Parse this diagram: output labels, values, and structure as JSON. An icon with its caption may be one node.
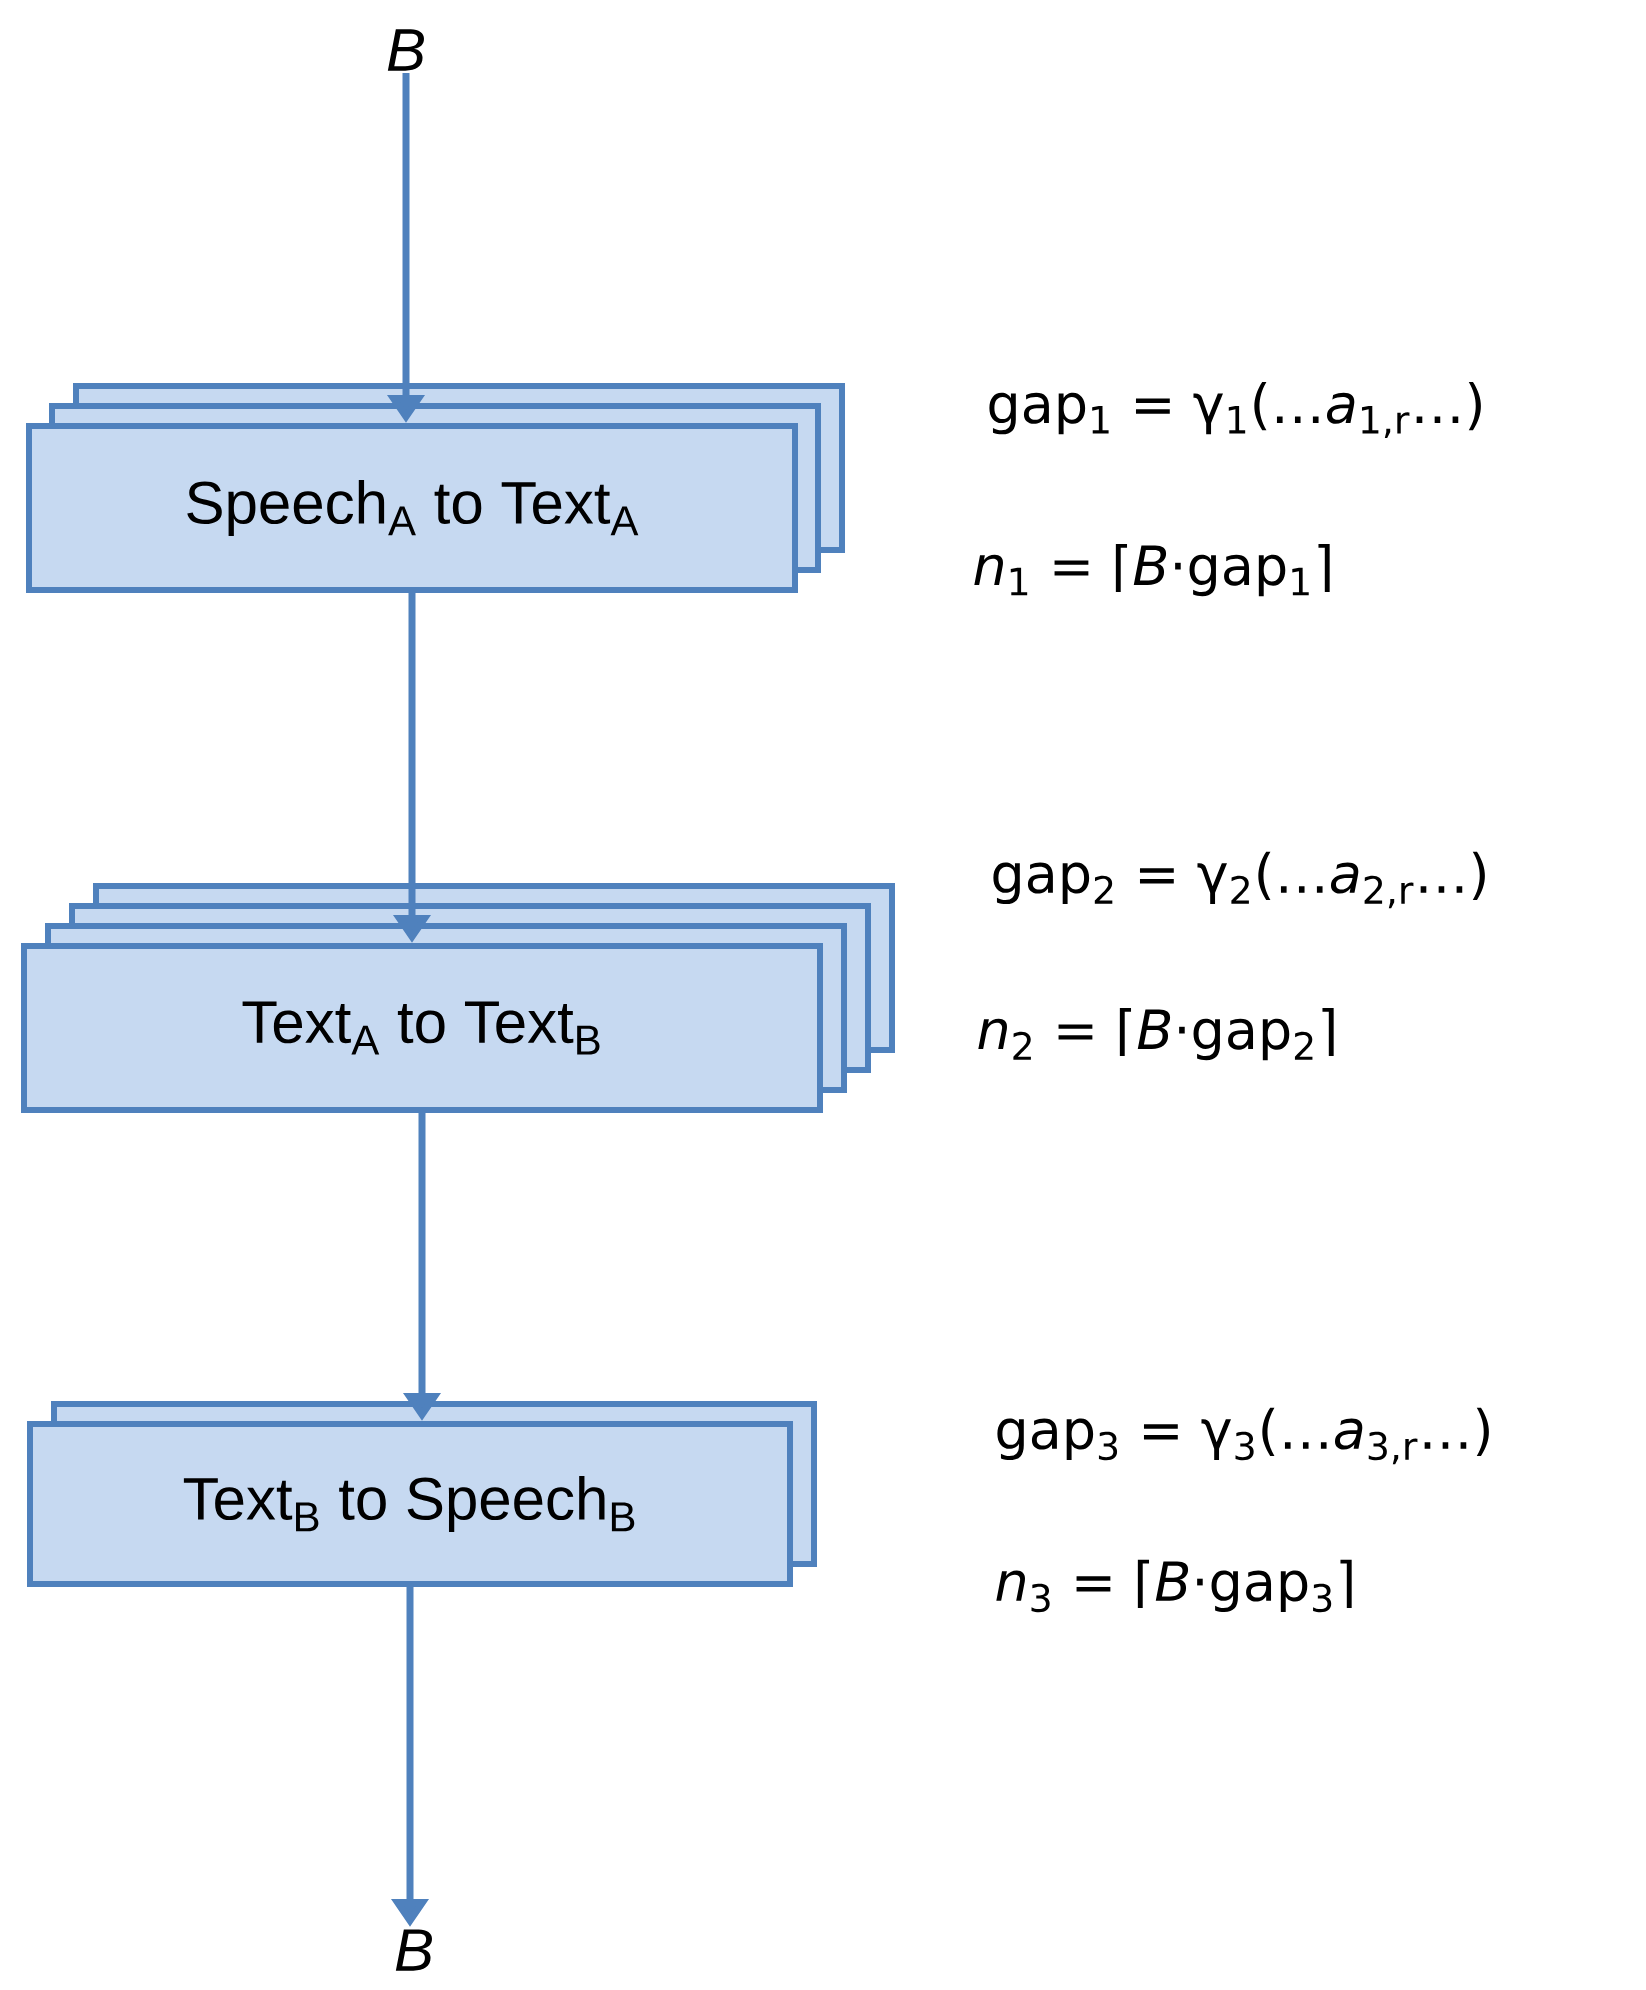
{
  "diagram": {
    "nodes": [
      {
        "text": [
          "B"
        ]
      },
      {
        "text": [
          "Speech$_{A}$ to Text$_{A}$"
        ],
        "beside": [
          "gap$_{1}$ = γ$_{1}$(…*a*$_{1,r}$…)",
          "*n*$_{1}$ = ⌈*B*·gap$_{1}$⌉"
        ]
      },
      {
        "text": [
          "Text$_{A}$ to Text$_{B}$"
        ],
        "beside": [
          "gap$_{2}$ = γ$_{2}$(…*a*$_{2,r}$…)",
          "*n*$_{2}$ = ⌈*B*·gap$_{2}$⌉"
        ]
      },
      {
        "text": [
          "Text$_{B}$ to Speech$_{B}$"
        ],
        "beside": [
          "gap$_{3}$ = γ$_{3}$(…*a*$_{3,r}$…)",
          "*n*$_{3}$ = ⌈*B*·gap$_{3}$⌉"
        ]
      },
      {
        "text": [
          "B"
        ]
      }
    ],
    "edges": [
      {
        "from": 0,
        "to": 1,
        "arrow": "to"
      },
      {
        "from": 1,
        "to": 2,
        "arrow": "to"
      },
      {
        "from": 2,
        "to": 3,
        "arrow": "to"
      },
      {
        "from": 3,
        "to": 4,
        "arrow": "to"
      }
    ]
  }
}
